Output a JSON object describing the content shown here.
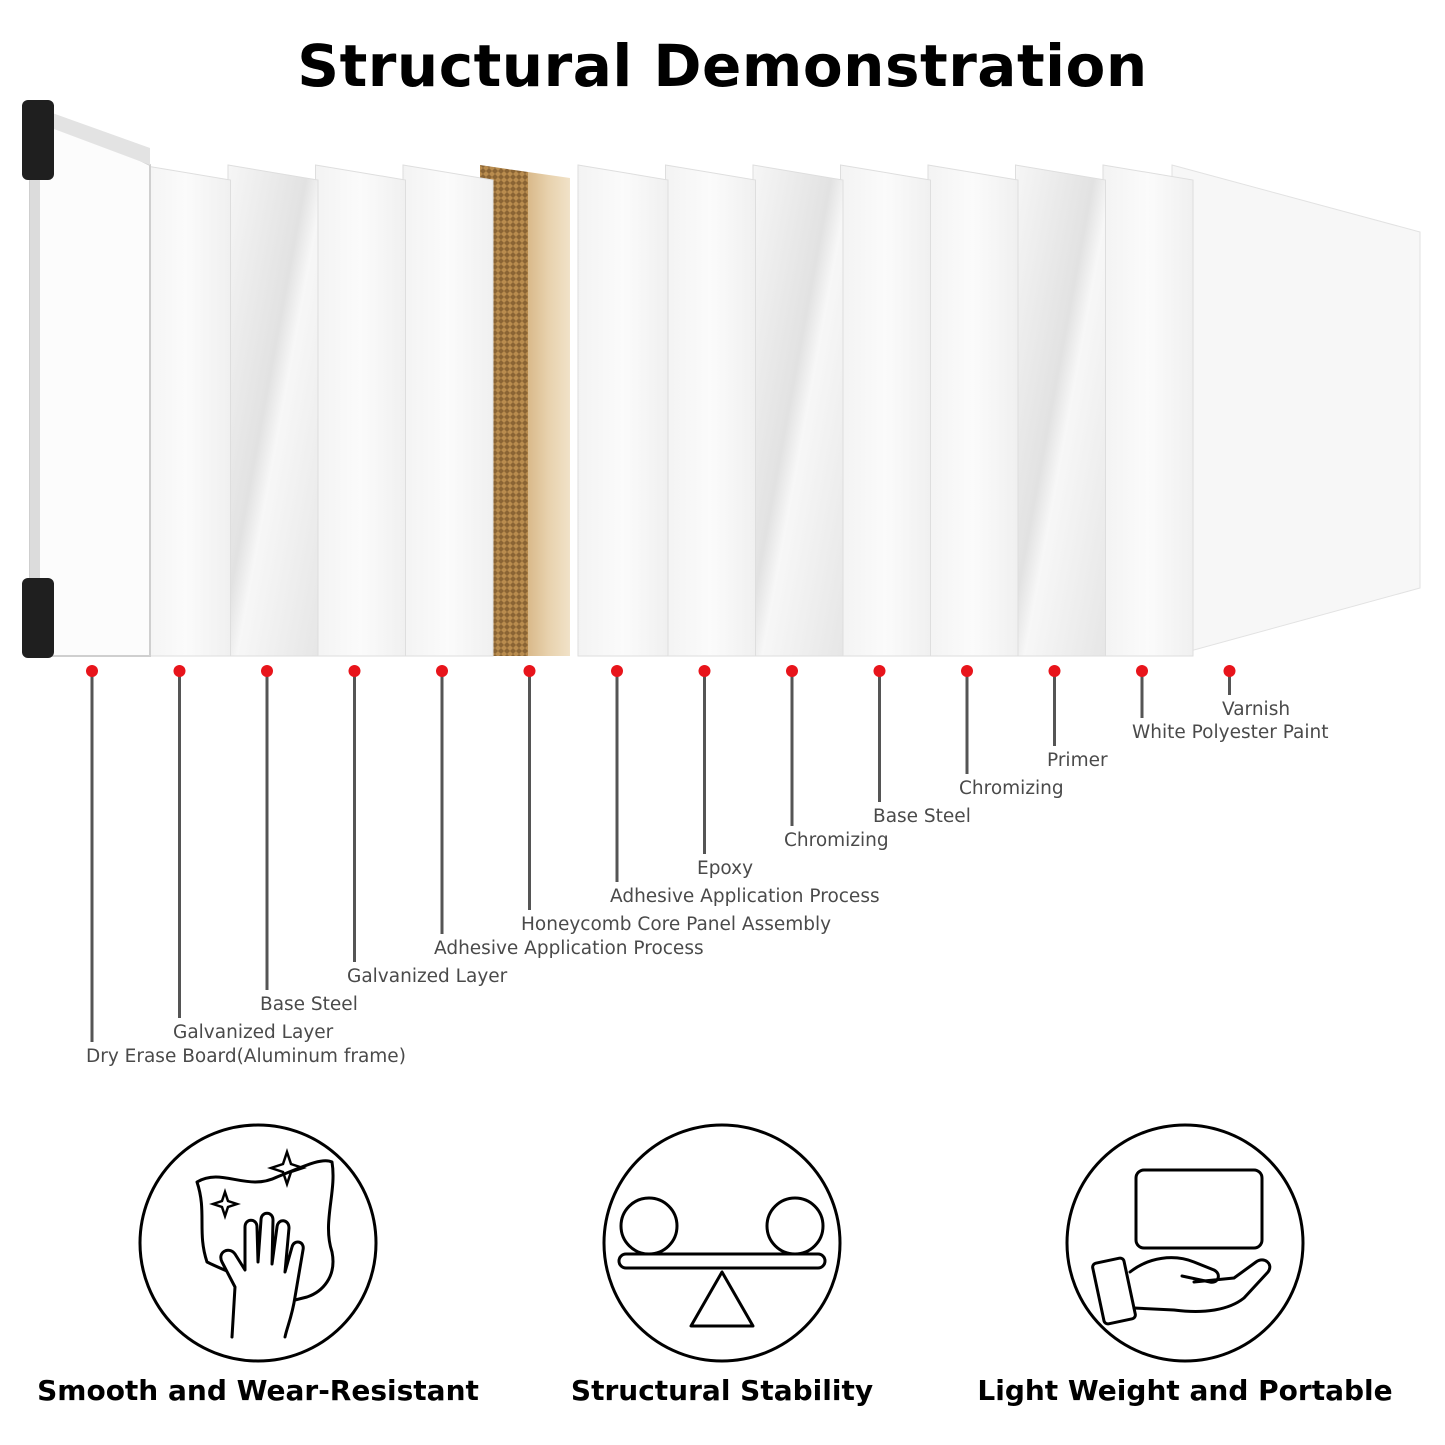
{
  "title": "Structural Demonstration",
  "layers": [
    {
      "label": "Dry Erase Board(Aluminum frame)"
    },
    {
      "label": "Galvanized Layer"
    },
    {
      "label": "Base Steel"
    },
    {
      "label": "Galvanized Layer"
    },
    {
      "label": "Adhesive Application Process"
    },
    {
      "label": "Honeycomb Core Panel Assembly"
    },
    {
      "label": "Adhesive Application Process"
    },
    {
      "label": "Epoxy"
    },
    {
      "label": "Chromizing"
    },
    {
      "label": "Base Steel"
    },
    {
      "label": "Chromizing"
    },
    {
      "label": "Primer"
    },
    {
      "label": "White Polyester Paint"
    },
    {
      "label": "Varnish"
    }
  ],
  "features": [
    {
      "caption": "Smooth and Wear-Resistant",
      "icon": "wipe-hand-icon"
    },
    {
      "caption": "Structural Stability",
      "icon": "balance-scale-icon"
    },
    {
      "caption": "Light Weight and Portable",
      "icon": "hand-holding-board-icon"
    }
  ],
  "colors": {
    "marker": "#e8141b",
    "leader": "#555555",
    "text": "#4a4a4a",
    "core": "#c9a46c"
  }
}
